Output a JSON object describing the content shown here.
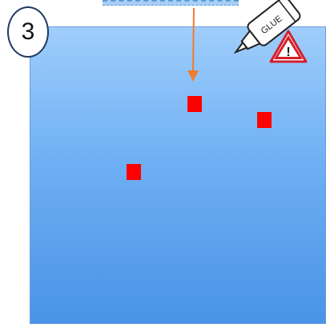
{
  "step": {
    "number": "3"
  },
  "glue_bottle": {
    "label": "GLUE",
    "icon": "glue-bottle-icon"
  },
  "warning": {
    "glyph": "!",
    "icon": "warning-triangle-icon",
    "color": "#d4202a"
  },
  "colors": {
    "panel_top": "#9fcdfb",
    "panel_bottom": "#4a93e6",
    "arrow": "#ed7d31",
    "square": "#ff0000"
  },
  "squares_count": 3
}
